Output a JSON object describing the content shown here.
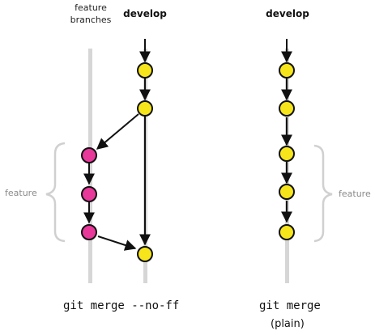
{
  "headers": {
    "feature_branches": "feature\nbranches",
    "develop_left": "develop",
    "develop_right": "develop"
  },
  "side_labels": {
    "feature_left": "feature",
    "feature_right": "feature"
  },
  "captions": {
    "left": "git merge --no-ff",
    "right_line1": "git merge",
    "right_line2": "(plain)"
  },
  "colors": {
    "develop_commit": "#f5e51a",
    "feature_commit": "#e8389a",
    "lane": "#d4d4d4",
    "brace": "#cfcfcf",
    "arrow": "#111111"
  }
}
